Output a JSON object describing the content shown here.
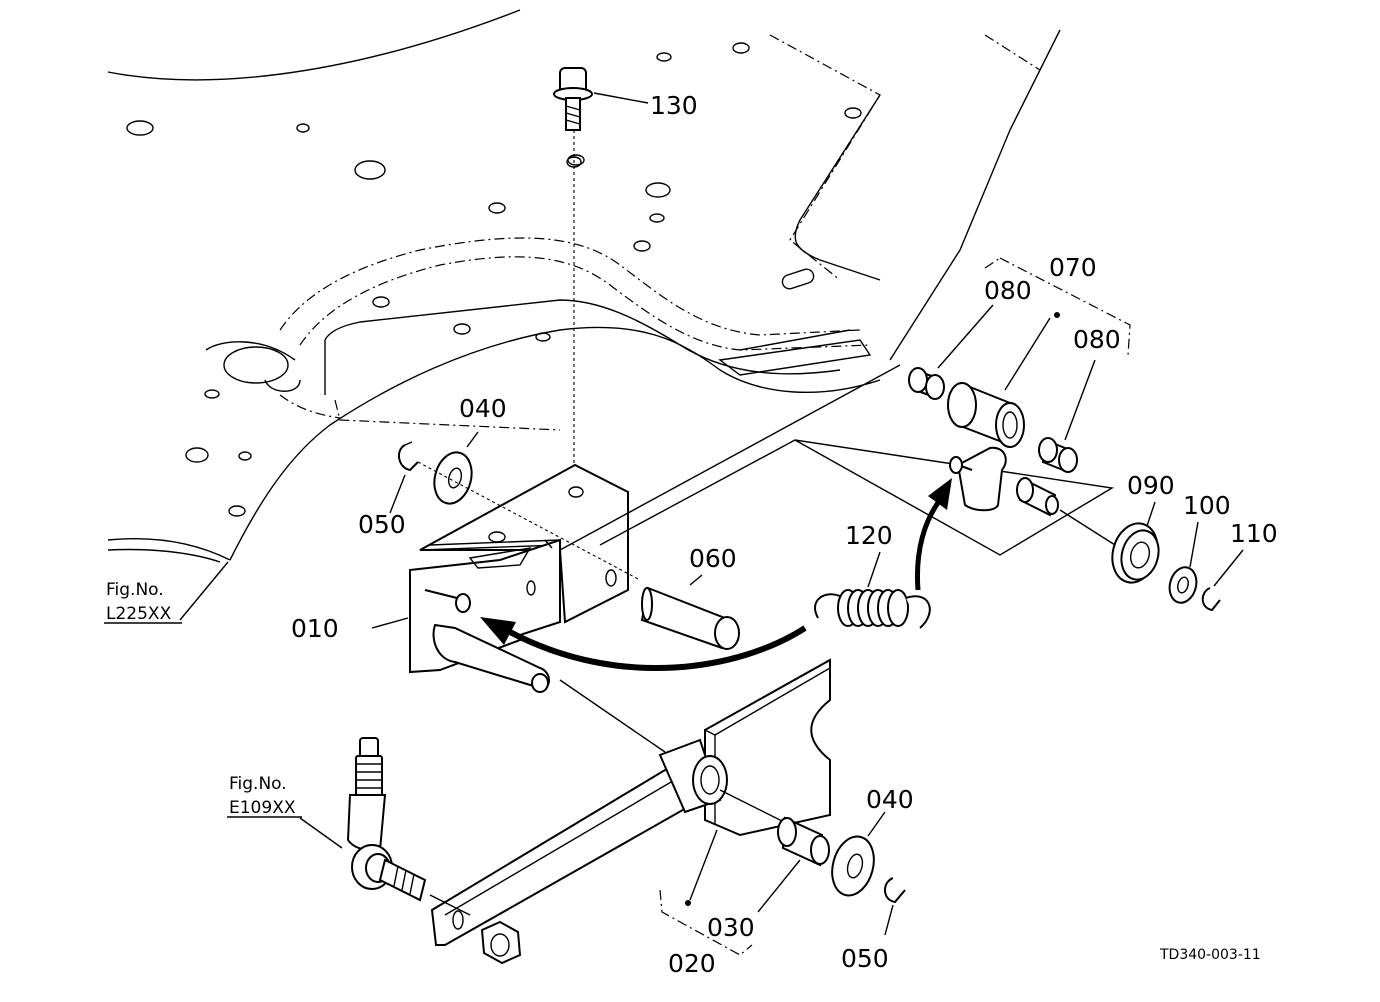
{
  "diagram": {
    "callouts": [
      {
        "id": "130",
        "text": "130"
      },
      {
        "id": "070",
        "text": "070"
      },
      {
        "id": "080a",
        "text": "080"
      },
      {
        "id": "080b",
        "text": "080"
      },
      {
        "id": "040a",
        "text": "040"
      },
      {
        "id": "050a",
        "text": "050"
      },
      {
        "id": "090",
        "text": "090"
      },
      {
        "id": "100",
        "text": "100"
      },
      {
        "id": "110",
        "text": "110"
      },
      {
        "id": "120",
        "text": "120"
      },
      {
        "id": "060",
        "text": "060"
      },
      {
        "id": "010",
        "text": "010"
      },
      {
        "id": "040b",
        "text": "040"
      },
      {
        "id": "030",
        "text": "030"
      },
      {
        "id": "050b",
        "text": "050"
      },
      {
        "id": "020",
        "text": "020"
      }
    ],
    "figure_refs": [
      {
        "label": "Fig.No.",
        "code": "L225XX"
      },
      {
        "label": "Fig.No.",
        "code": "E109XX"
      }
    ],
    "drawing_code": "TD340-003-11"
  }
}
